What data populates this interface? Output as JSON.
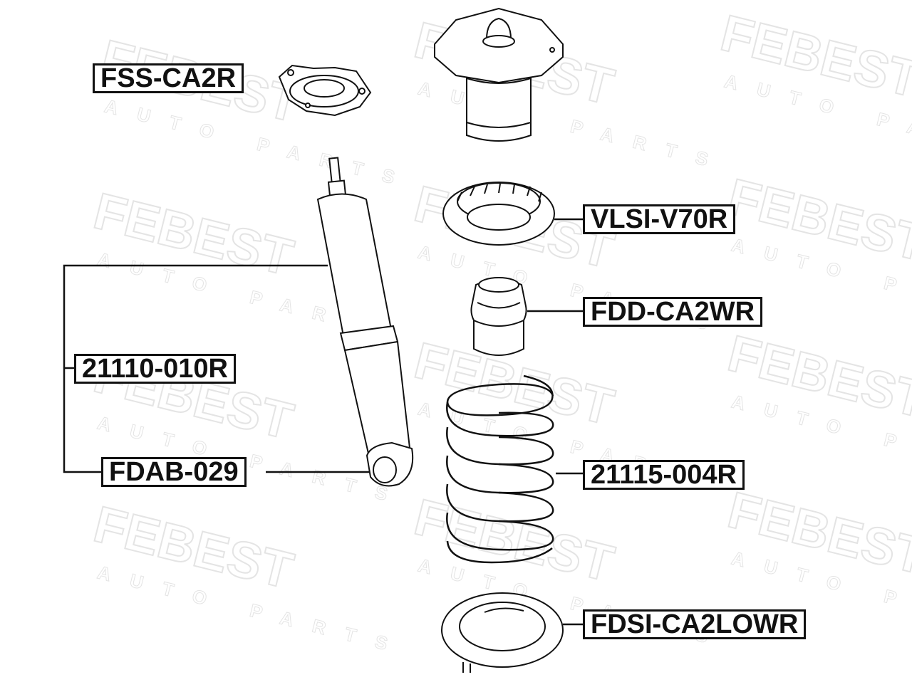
{
  "watermark": {
    "brand": "FEBEST",
    "sub": "AUTO PARTS"
  },
  "labels": {
    "top_mount": "FSS-CA2R",
    "upper_spring_seat": "VLSI-V70R",
    "bump_stop": "FDD-CA2WR",
    "shock_absorber": "21110-010R",
    "bushing": "FDAB-029",
    "coil_spring": "21115-004R",
    "lower_spring_seat": "FDSI-CA2LOWR"
  }
}
